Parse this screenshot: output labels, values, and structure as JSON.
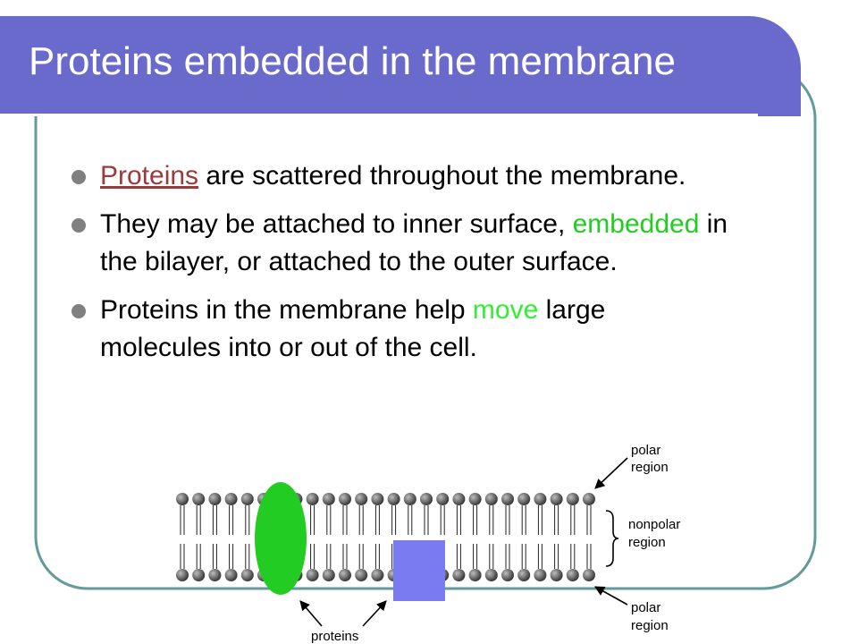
{
  "slide": {
    "title": "Proteins embedded in the membrane",
    "colors": {
      "title_bar": "#6a6acc",
      "frame_border": "#639a9a",
      "link": "#9b3a3a",
      "highlight_green": "#22cc22",
      "move_green": "#33ee33",
      "bullet_dot": "#808080",
      "ellipse_protein": "#22cc22",
      "square_protein": "#7b7bf0"
    },
    "bullets": [
      {
        "link_text": "Proteins",
        "text": " are scattered throughout the membrane."
      },
      {
        "text_before": "They may be attached to inner surface, ",
        "highlight": "embedded",
        "text_after": " in the bilayer, or attached to the outer surface."
      },
      {
        "text_before": "Proteins in the membrane help ",
        "highlight": "move",
        "text_after": " large molecules into or out of the cell."
      }
    ]
  },
  "diagram": {
    "label_polar_top": [
      "polar",
      "region"
    ],
    "label_nonpolar": [
      "nonpolar",
      "region"
    ],
    "label_polar_bottom": [
      "polar",
      "region"
    ],
    "label_proteins": "proteins"
  }
}
